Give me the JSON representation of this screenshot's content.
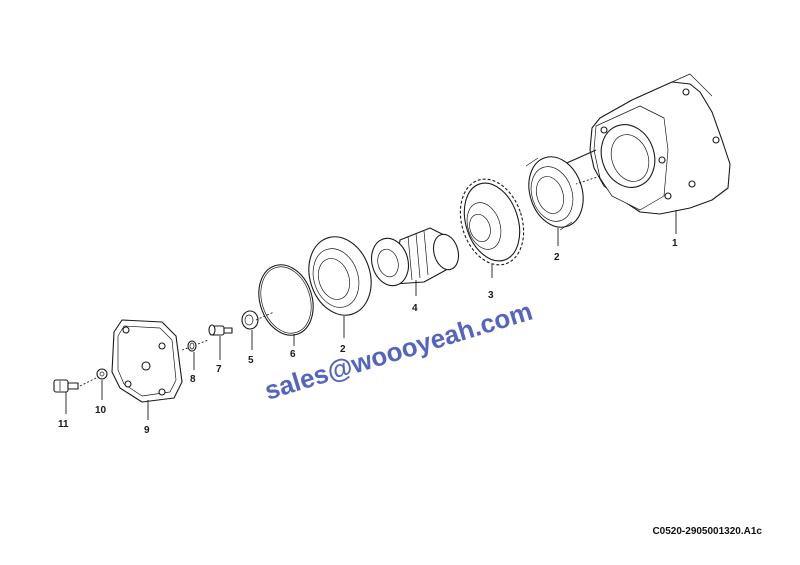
{
  "figure_code": "C0520-2905001320.A1c",
  "watermark": "sales@woooyeah.com",
  "callouts": {
    "p1": "1",
    "p2a": "2",
    "p2b": "2",
    "p3": "3",
    "p4": "4",
    "p5": "5",
    "p6": "6",
    "p7": "7",
    "p8": "8",
    "p9": "9",
    "p10": "10",
    "p11": "11"
  }
}
